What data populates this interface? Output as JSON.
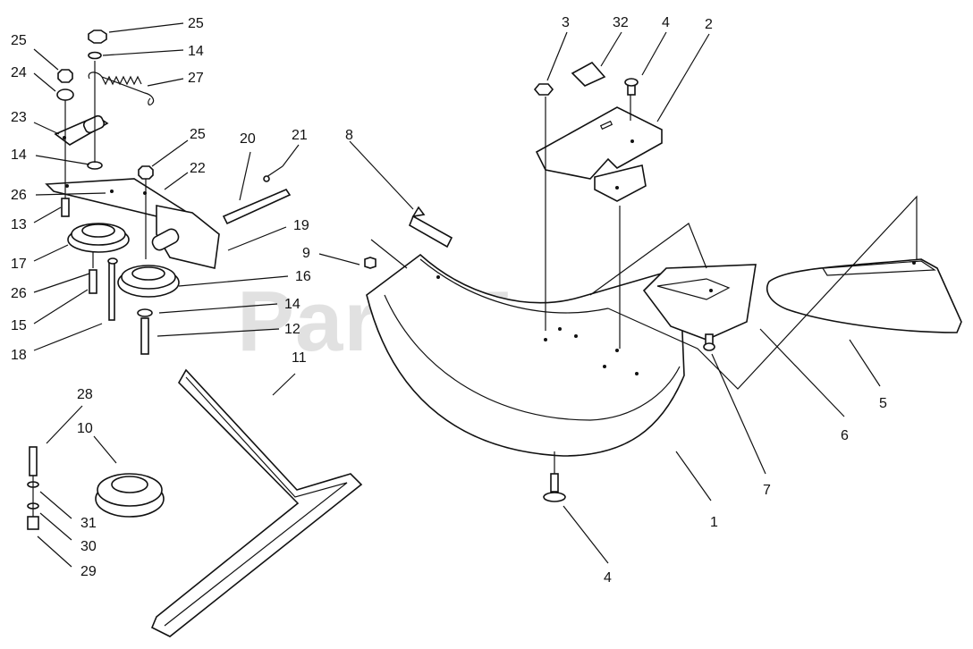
{
  "watermark": "PartsTree",
  "callouts": {
    "c1": "1",
    "c2": "2",
    "c3": "3",
    "c4a": "4",
    "c4b": "4",
    "c5": "5",
    "c6": "6",
    "c7": "7",
    "c8": "8",
    "c9": "9",
    "c10": "10",
    "c11": "11",
    "c12": "12",
    "c13": "13",
    "c14a": "14",
    "c14b": "14",
    "c14c": "14",
    "c15": "15",
    "c16": "16",
    "c17": "17",
    "c18": "18",
    "c19": "19",
    "c20": "20",
    "c21": "21",
    "c22": "22",
    "c23": "23",
    "c24": "24",
    "c25a": "25",
    "c25b": "25",
    "c25c": "25",
    "c26a": "26",
    "c26b": "26",
    "c27": "27",
    "c28": "28",
    "c29": "29",
    "c30": "30",
    "c31": "31",
    "c32": "32"
  }
}
